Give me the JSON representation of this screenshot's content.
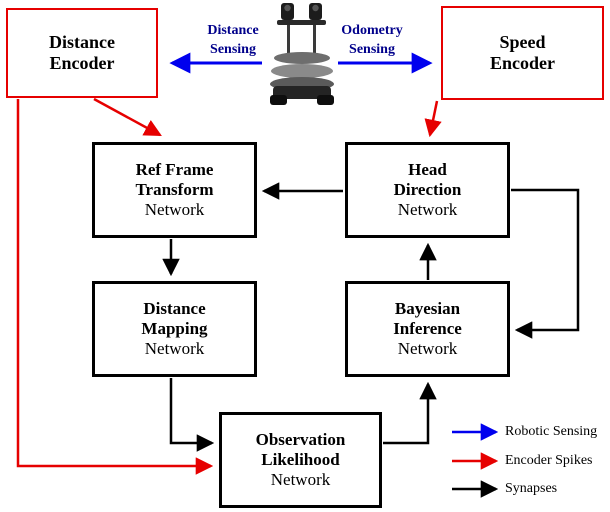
{
  "colors": {
    "red": "#e60000",
    "blue": "#0000ee",
    "black": "#000000",
    "sensor_label_text": "#00008b"
  },
  "boxes": {
    "distance_encoder": {
      "lines": [
        "Distance",
        "Encoder"
      ]
    },
    "speed_encoder": {
      "lines": [
        "Speed",
        "Encoder"
      ]
    },
    "ref_frame": {
      "bold_lines": [
        "Ref Frame",
        "Transform"
      ],
      "sub": "Network"
    },
    "head_direction": {
      "bold_lines": [
        "Head",
        "Direction"
      ],
      "sub": "Network"
    },
    "distance_mapping": {
      "bold_lines": [
        "Distance",
        "Mapping"
      ],
      "sub": "Network"
    },
    "bayesian_inference": {
      "bold_lines": [
        "Bayesian",
        "Inference"
      ],
      "sub": "Network"
    },
    "observation_likelihood": {
      "bold_lines": [
        "Observation",
        "Likelihood"
      ],
      "sub": "Network"
    }
  },
  "sensor_labels": {
    "distance_sensing": {
      "lines": [
        "Distance",
        "Sensing"
      ]
    },
    "odometry_sensing": {
      "lines": [
        "Odometry",
        "Sensing"
      ]
    }
  },
  "legend": {
    "items": [
      {
        "label": "Robotic Sensing",
        "color": "#0000ee"
      },
      {
        "label": "Encoder Spikes",
        "color": "#e60000"
      },
      {
        "label": "Synapses",
        "color": "#000000"
      }
    ]
  }
}
